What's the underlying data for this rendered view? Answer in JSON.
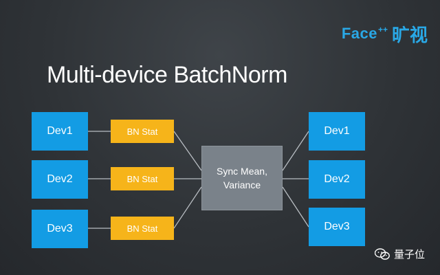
{
  "logo": {
    "word": "Face",
    "superscript": "++",
    "cn": "旷视"
  },
  "title": "Multi-device BatchNorm",
  "left_devices": [
    "Dev1",
    "Dev2",
    "Dev3"
  ],
  "bn_labels": [
    "BN Stat",
    "BN Stat",
    "BN Stat"
  ],
  "sync": {
    "line1": "Sync Mean,",
    "line2": "Variance"
  },
  "right_devices": [
    "Dev1",
    "Dev2",
    "Dev3"
  ],
  "watermark": "量子位",
  "colors": {
    "device": "#139ce4",
    "bn_stat": "#f6b41a",
    "sync": "#7a828a",
    "connector": "#b9bec3"
  }
}
